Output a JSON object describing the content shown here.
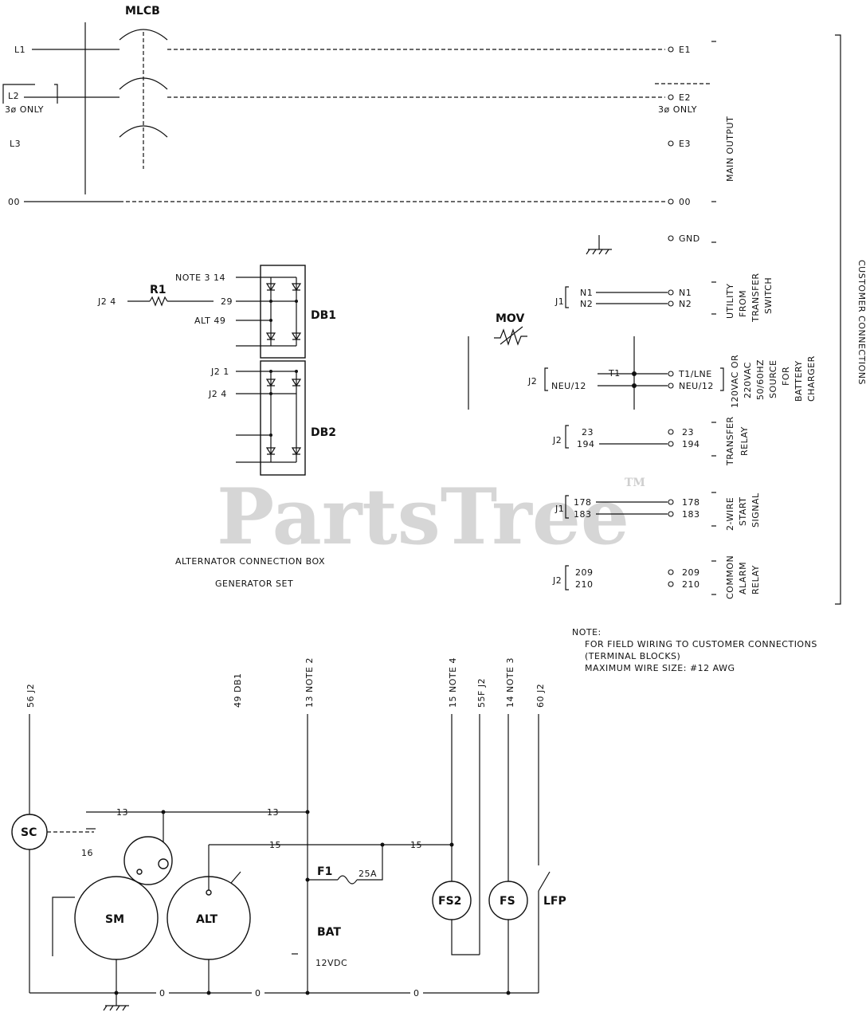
{
  "labels": {
    "mlcb": "MLCB",
    "l1": "L1",
    "l2": "L2",
    "l2_3phase": "3ø ONLY",
    "l3": "L3",
    "l0": "00",
    "e1": "E1",
    "e2": "E2",
    "e2_3phase": "3ø ONLY",
    "e3": "E3",
    "e0": "00",
    "gnd": "GND",
    "main_output": "MAIN OUTPUT",
    "customer_connections": "CUSTOMER CONNECTIONS",
    "r1": "R1",
    "j2_4": "J2 4",
    "note3_14": "NOTE 3 14",
    "n29": "29",
    "alt49": "ALT 49",
    "db1": "DB1",
    "j2_1": "J2 1",
    "j2_4b": "J2 4",
    "db2": "DB2",
    "mov": "MOV",
    "box1": "ALTERNATOR CONNECTION BOX",
    "box2": "GENERATOR SET",
    "j1_util": "J1",
    "n1_l": "N1",
    "n2_l": "N2",
    "n1_r": "N1",
    "n2_r": "N2",
    "utility": [
      "UTILITY",
      "FROM",
      "TRANSFER",
      "SWITCH"
    ],
    "j2_bat": "J2",
    "t1_l": "T1",
    "neu_l": "NEU/12",
    "t1_r": "T1/LNE",
    "neu_r": "NEU/12",
    "battery": [
      "120VAC OR",
      "220VAC",
      "50/60HZ",
      "SOURCE",
      "FOR",
      "BATTERY",
      "CHARGER"
    ],
    "j2_tr": "J2",
    "t23_l": "23",
    "t194_l": "194",
    "t23_r": "23",
    "t194_r": "194",
    "transfer": [
      "TRANSFER",
      "RELAY"
    ],
    "j1_start": "J1",
    "t178_l": "178",
    "t183_l": "183",
    "t178_r": "178",
    "t183_r": "183",
    "start": [
      "2-WIRE",
      "START",
      "SIGNAL"
    ],
    "j2_alarm": "J2",
    "t209_l": "209",
    "t210_l": "210",
    "t209_r": "209",
    "t210_r": "210",
    "alarm": [
      "COMMON",
      "ALARM",
      "RELAY"
    ],
    "note": [
      "NOTE:",
      "FOR FIELD WIRING TO CUSTOMER CONNECTIONS",
      "(TERMINAL BLOCKS)",
      "MAXIMUM WIRE SIZE: #12 AWG"
    ],
    "v56": "56 J2",
    "v49": "49 DB1",
    "v13": "13 NOTE 2",
    "v15": "15 NOTE 4",
    "v55f": "55F J2",
    "v14": "14 NOTE 3",
    "v60": "60 J2",
    "w13a": "13",
    "w13b": "13",
    "w16": "16",
    "w15a": "15",
    "w15b": "15",
    "w0a": "0",
    "w0b": "0",
    "w0c": "0",
    "sc": "SC",
    "sm": "SM",
    "alt": "ALT",
    "f1": "F1",
    "f1_rating": "25A",
    "bat": "BAT",
    "bat_v": "12VDC",
    "fs2": "FS2",
    "fs": "FS",
    "lfp": "LFP"
  },
  "watermark": {
    "text": "PartsTree",
    "tm": "TM"
  }
}
